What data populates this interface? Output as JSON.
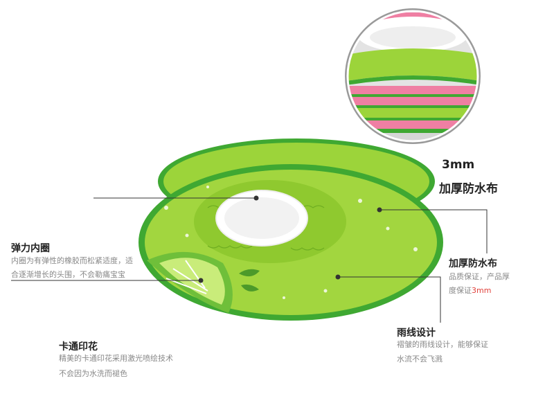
{
  "callouts": {
    "zoom": {
      "size": "3mm",
      "title": "加厚防水布"
    },
    "elastic": {
      "title": "弹力内圈",
      "line1": "内圈为有弹性的橡胶而松紧适度，适",
      "line2": "合逐渐增长的头围，不会勒痛宝宝"
    },
    "fabric": {
      "title": "加厚防水布",
      "line1": "品质保证，产品厚",
      "line2_prefix": "度保证",
      "line2_highlight": "3mm"
    },
    "rainline": {
      "title": "雨线设计",
      "line1": "褶皱的雨线设计，能够保证",
      "line2": "水流不会飞溅"
    },
    "print": {
      "title": "卡通印花",
      "line1": "精美的卡通印花采用激光喷绘技术",
      "line2": "不会因为水洗而褪色"
    }
  },
  "colors": {
    "lime": "#9cd43a",
    "rim": "#3fa832",
    "pink": "#ef7fa3",
    "highlight": "#e0413b"
  }
}
